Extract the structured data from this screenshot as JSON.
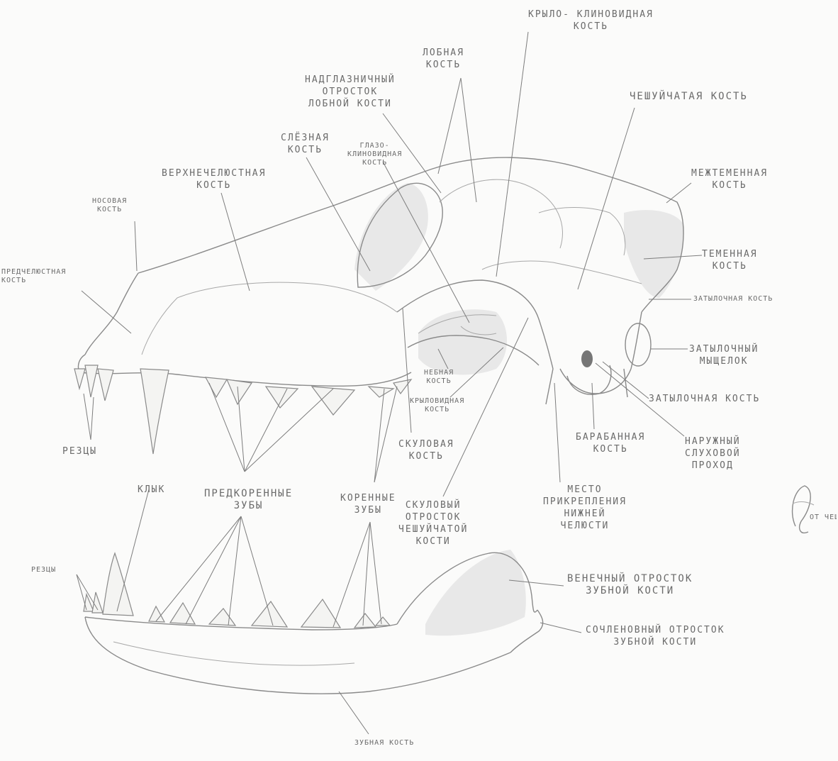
{
  "labels": {
    "pterygosphenoid": [
      "КРЫЛО- КЛИНОВИДНАЯ",
      "КОСТЬ"
    ],
    "frontal": [
      "ЛОБНАЯ",
      "КОСТЬ"
    ],
    "supraorbital": [
      "НАДГЛАЗНИЧНЫЙ",
      "ОТРОСТОК",
      "ЛОБНОЙ КОСТИ"
    ],
    "squamous": [
      "ЧЕШУЙЧАТАЯ КОСТЬ"
    ],
    "lacrimal": [
      "СЛЁЗНАЯ",
      "КОСТЬ"
    ],
    "orbitosphenoid": [
      "ГЛАЗО-",
      "КЛИНОВИДНАЯ",
      "КОСТЬ"
    ],
    "maxilla": [
      "ВЕРХНЕЧЕЛЮСТНАЯ",
      "КОСТЬ"
    ],
    "interparietal": [
      "МЕЖТЕМЕННАЯ",
      "КОСТЬ"
    ],
    "nasal": [
      "НОСОВАЯ",
      "КОСТЬ"
    ],
    "premaxilla": [
      "ПРЕДЧЕЛЮСТНАЯ",
      "КОСТЬ"
    ],
    "parietal": [
      "ТЕМЕННАЯ",
      "КОСТЬ"
    ],
    "occipital_1": [
      "ЗАТЫЛОЧНАЯ КОСТЬ"
    ],
    "occipital_condyle": [
      "ЗАТЫЛОЧНЫЙ",
      "МЫЩЕЛОК"
    ],
    "palatine": [
      "НЕБНАЯ",
      "КОСТЬ"
    ],
    "pterygoid": [
      "КРЫЛОВИДНАЯ",
      "КОСТЬ"
    ],
    "occipital_2": [
      "ЗАТЫЛОЧНАЯ КОСТЬ"
    ],
    "incisors_upper": [
      "РЕЗЦЫ"
    ],
    "zygomatic": [
      "СКУЛОВАЯ",
      "КОСТЬ"
    ],
    "tympanic": [
      "БАРАБАННАЯ",
      "КОСТЬ"
    ],
    "ear_canal": [
      "НАРУЖНЫЙ",
      "СЛУХОВОЙ",
      "ПРОХОД"
    ],
    "canine": [
      "КЛЫК"
    ],
    "premolars": [
      "ПРЕДКОРЕННЫЕ",
      "ЗУБЫ"
    ],
    "molars": [
      "КОРЕННЫЕ",
      "ЗУБЫ"
    ],
    "zygomatic_process": [
      "СКУЛОВЫЙ",
      "ОТРОСТОК",
      "ЧЕШУЙЧАТОЙ",
      "КОСТИ"
    ],
    "jaw_attachment": [
      "МЕСТО",
      "ПРИКРЕПЛЕНИЯ",
      "НИЖНЕЙ",
      "ЧЕЛЮСТИ"
    ],
    "incisors_lower": [
      "РЕЗЦЫ"
    ],
    "coronoid": [
      "ВЕНЕЧНЫЙ ОТРОСТОК",
      "ЗУБНОЙ КОСТИ"
    ],
    "condyloid": [
      "СОЧЛЕНОВНЫЙ ОТРОСТОК",
      "ЗУБНОЙ КОСТИ"
    ],
    "dentary": [
      "ЗУБНАЯ КОСТЬ"
    ]
  },
  "signature": "ОТ ЧЕШУ"
}
